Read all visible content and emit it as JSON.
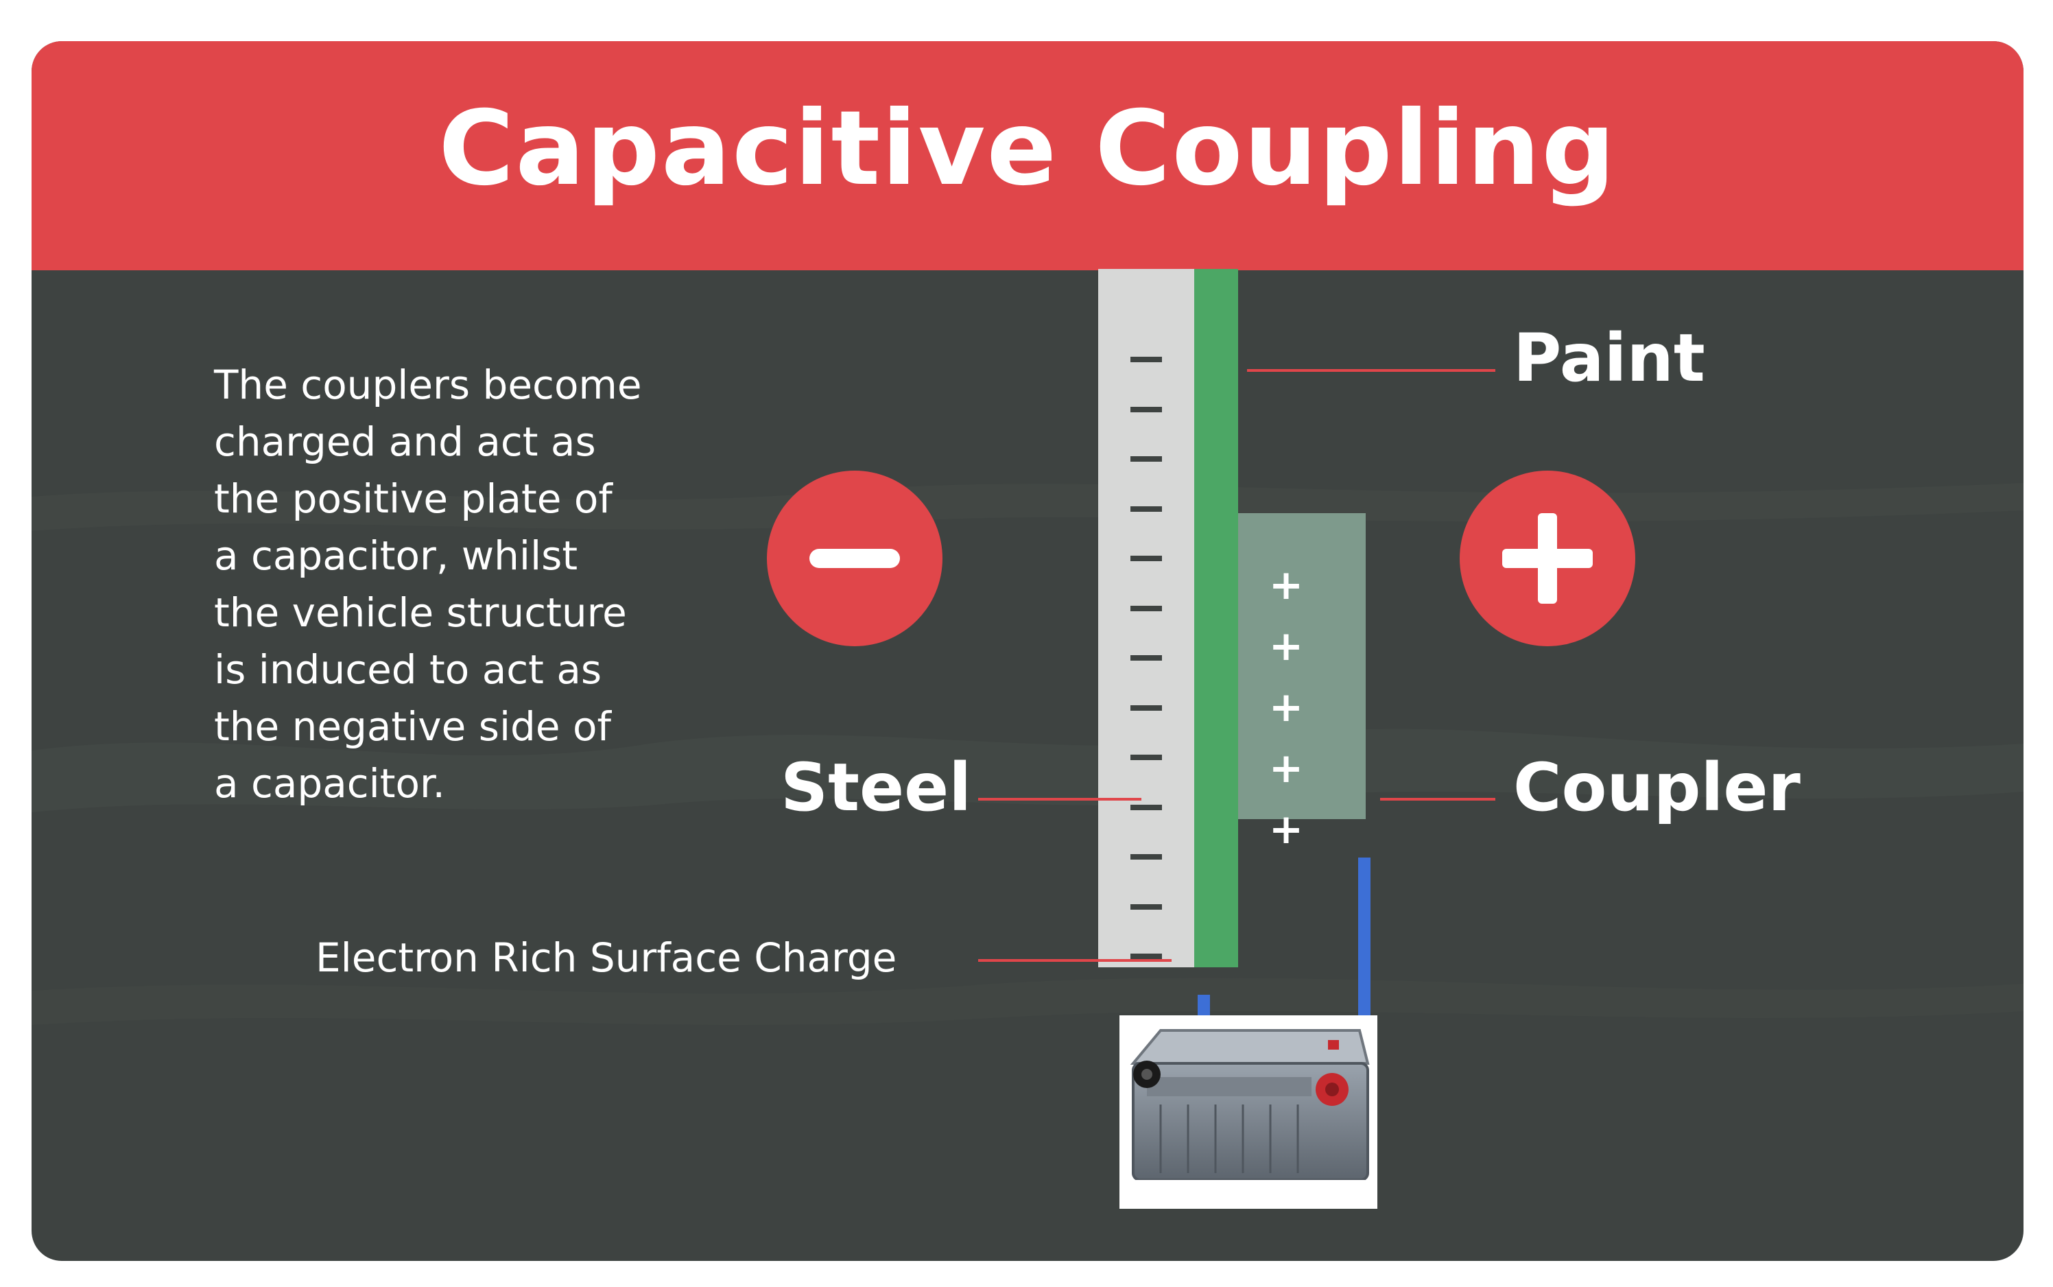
{
  "title": "Capacitive Coupling",
  "description": "The couplers become\ncharged and act as\nthe positive plate of\na capacitor, whilst\nthe vehicle structure\nis induced to act as\nthe negative side of\na capacitor.",
  "labels": {
    "paint": "Paint",
    "steel": "Steel",
    "coupler": "Coupler",
    "electron_charge": "Electron Rich Surface Charge"
  },
  "symbols": {
    "negative": "minus-icon",
    "positive": "plus-icon",
    "battery": "car-battery-icon",
    "positive_charge_mark": "+",
    "negative_charge_mark": "−"
  },
  "colors": {
    "accent_red": "#e0464a",
    "background_dark": "#3e4341",
    "steel": "#d7d8d7",
    "paint": "#4ca765",
    "coupler": "#7e9a8c",
    "wire": "#3d6fd6"
  }
}
